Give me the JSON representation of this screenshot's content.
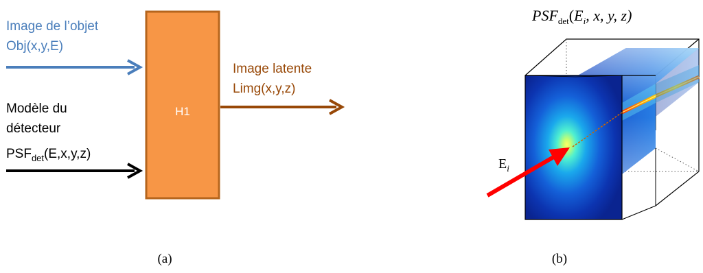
{
  "panel_a": {
    "input_obj": {
      "line1": "Image de l’objet",
      "line2": "Obj(x,y,E)",
      "color": "#4a7ebb"
    },
    "input_det": {
      "line1": "Modèle du",
      "line2": "détecteur",
      "psf_main": "PSF",
      "psf_sub": "det",
      "psf_args": "(E,x,y,z)",
      "color": "#000000"
    },
    "block": {
      "label": "H1",
      "fill": "#f79646",
      "border": "#b5651d"
    },
    "output": {
      "line1": "Image latente",
      "line2": "Limg(x,y,z)",
      "color": "#984807"
    },
    "caption": "(a)"
  },
  "panel_b": {
    "title": {
      "psf_main": "PSF",
      "psf_sub": "det",
      "open_paren": "(",
      "e_main": "E",
      "e_sub": "i",
      "rest": ", x, y, z)"
    },
    "beam_label": {
      "main": "E",
      "sub": "i"
    },
    "beam_color": "#ff0000",
    "caption": "(b)"
  }
}
